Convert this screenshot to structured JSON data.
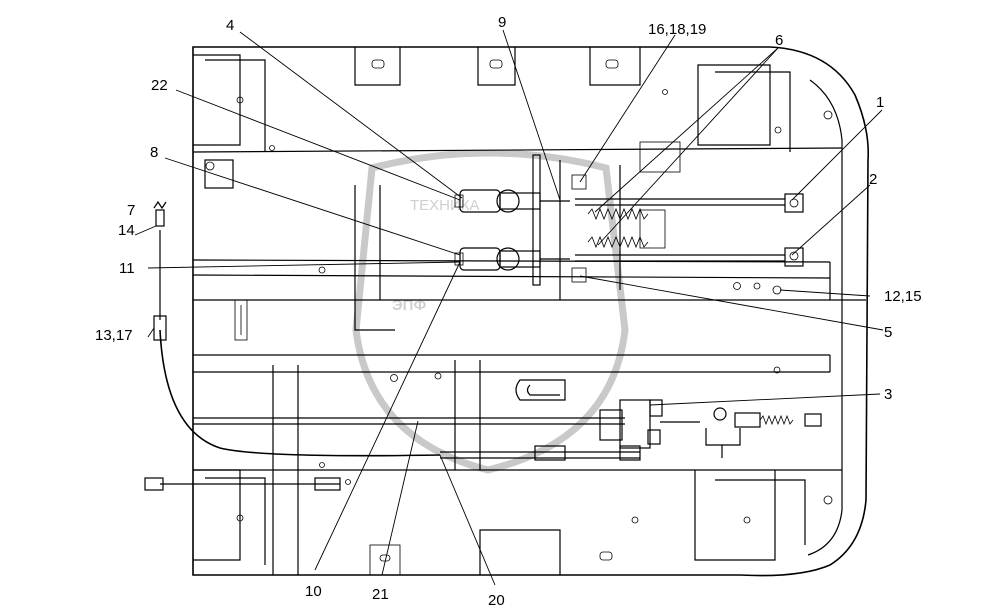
{
  "diagram": {
    "watermark": {
      "line1": "ТЕХНИКА",
      "line2": "ЭПФ"
    },
    "callouts": [
      {
        "id": "c4",
        "label": "4"
      },
      {
        "id": "c9",
        "label": "9"
      },
      {
        "id": "c16",
        "label": "16,18,19"
      },
      {
        "id": "c6",
        "label": "6"
      },
      {
        "id": "c22",
        "label": "22"
      },
      {
        "id": "c1",
        "label": "1"
      },
      {
        "id": "c8",
        "label": "8"
      },
      {
        "id": "c2",
        "label": "2"
      },
      {
        "id": "c7",
        "label": "7"
      },
      {
        "id": "c14",
        "label": "14"
      },
      {
        "id": "c11",
        "label": "11"
      },
      {
        "id": "c12",
        "label": "12,15"
      },
      {
        "id": "c13",
        "label": "13,17"
      },
      {
        "id": "c5",
        "label": "5"
      },
      {
        "id": "c3",
        "label": "3"
      },
      {
        "id": "c10",
        "label": "10"
      },
      {
        "id": "c21",
        "label": "21"
      },
      {
        "id": "c20",
        "label": "20"
      }
    ]
  }
}
